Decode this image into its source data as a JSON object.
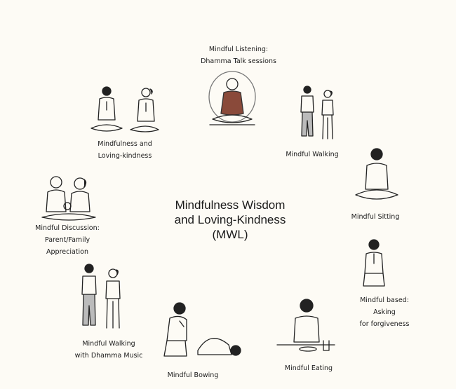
{
  "center_title": {
    "line1": "Mindfulness Wisdom",
    "line2": "and Loving-Kindness",
    "line3": "(MWL)"
  },
  "activities": {
    "listening": {
      "line1": "Mindful Listening:",
      "line2": "Dhamma Talk sessions"
    },
    "loving_kindness": {
      "line1": "Mindfulness and",
      "line2": "Loving-kindness"
    },
    "walking": {
      "line1": "Mindful Walking"
    },
    "sitting": {
      "line1": "Mindful Sitting"
    },
    "discussion": {
      "line1": "Mindful Discussion:",
      "line2": "Parent/Family",
      "line3": "Appreciation"
    },
    "forgiveness": {
      "line1": "Mindful based:",
      "line2": "Asking",
      "line3": "for forgiveness"
    },
    "walking_music": {
      "line1": "Mindful Walking",
      "line2": "with Dhamma Music"
    },
    "eating": {
      "line1": "Mindful Eating"
    },
    "bowing": {
      "line1": "Mindful Bowing"
    }
  },
  "colors": {
    "background": "#fdfbf5",
    "robe": "#8a4a3a",
    "text": "#1a1a1a"
  }
}
